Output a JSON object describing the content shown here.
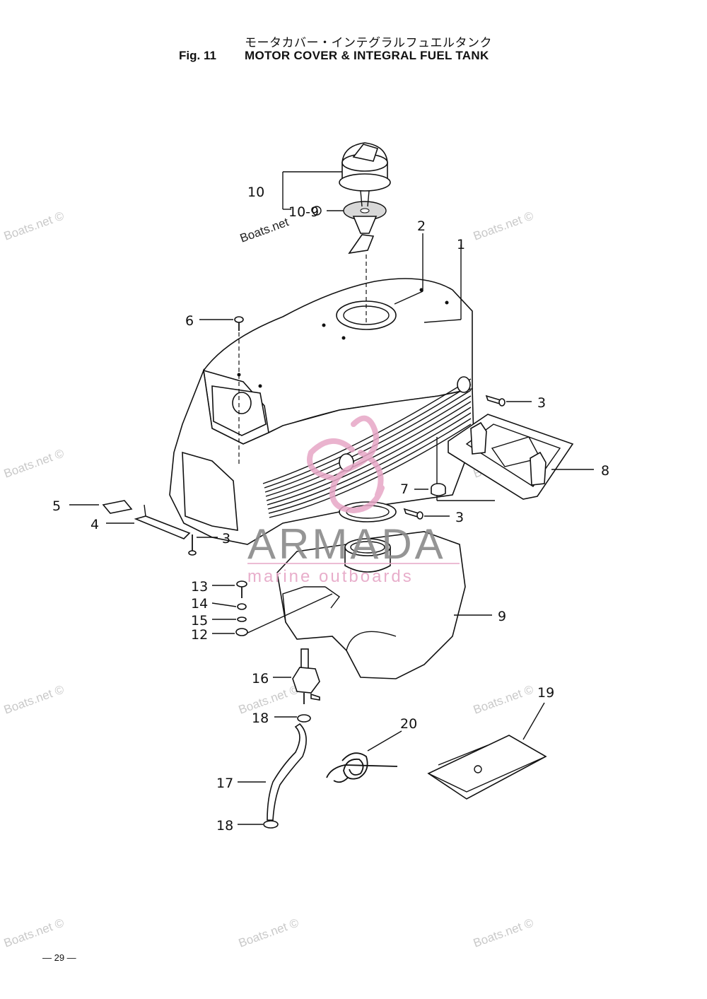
{
  "title": {
    "japanese": "モータカバー・インテグラルフュエルタンク",
    "fig_label": "Fig. 11",
    "english": "MOTOR COVER & INTEGRAL FUEL TANK"
  },
  "page_number": "— 29 —",
  "watermarks": {
    "boats": "Boats.net ©",
    "boats_short": "Boats.net",
    "armada_main": "ARMADA",
    "armada_sub": "marine outboards"
  },
  "callouts": {
    "c1": "1",
    "c2": "2",
    "c3a": "3",
    "c3b": "3",
    "c3c": "3",
    "c4": "4",
    "c5": "5",
    "c6": "6",
    "c7": "7",
    "c8": "8",
    "c9": "9",
    "c10": "10",
    "c10_9": "10-9",
    "c12": "12",
    "c13": "13",
    "c14": "14",
    "c15": "15",
    "c16": "16",
    "c17": "17",
    "c18a": "18",
    "c18b": "18",
    "c19": "19",
    "c20": "20"
  },
  "colors": {
    "armada_pink": "#e6a6c6",
    "armada_gray": "#8a8a8a",
    "watermark_gray": "#c9c9c9"
  }
}
